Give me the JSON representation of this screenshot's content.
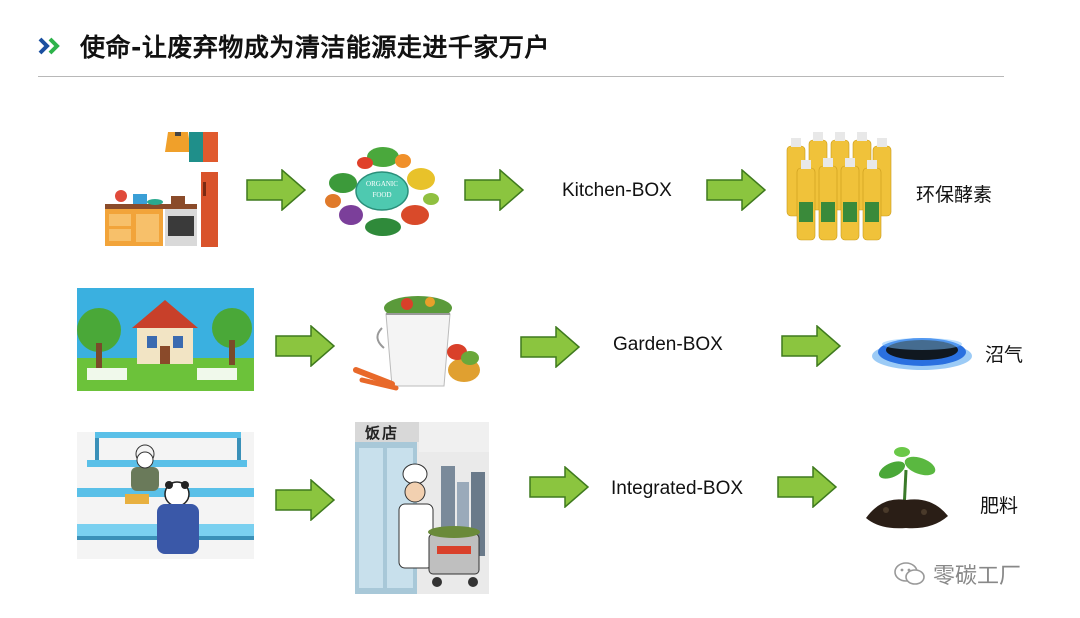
{
  "header": {
    "title": "使命-让废弃物成为清洁能源走进千家万户"
  },
  "rows": [
    {
      "box_label": "Kitchen-BOX",
      "product_label": "环保酵素",
      "food_badge_line1": "ORGANIC",
      "food_badge_line2": "FOOD"
    },
    {
      "box_label": "Garden-BOX",
      "product_label": "沼气"
    },
    {
      "box_label": "Integrated-BOX",
      "product_label": "肥料",
      "shop_sign": "饭店"
    }
  ],
  "watermark": {
    "text": "零碳工厂"
  },
  "colors": {
    "arrow_fill": "#8bc53f",
    "arrow_stroke": "#3f7a1e",
    "chevron_blue": "#1a4fa0",
    "chevron_green": "#2db34a"
  }
}
